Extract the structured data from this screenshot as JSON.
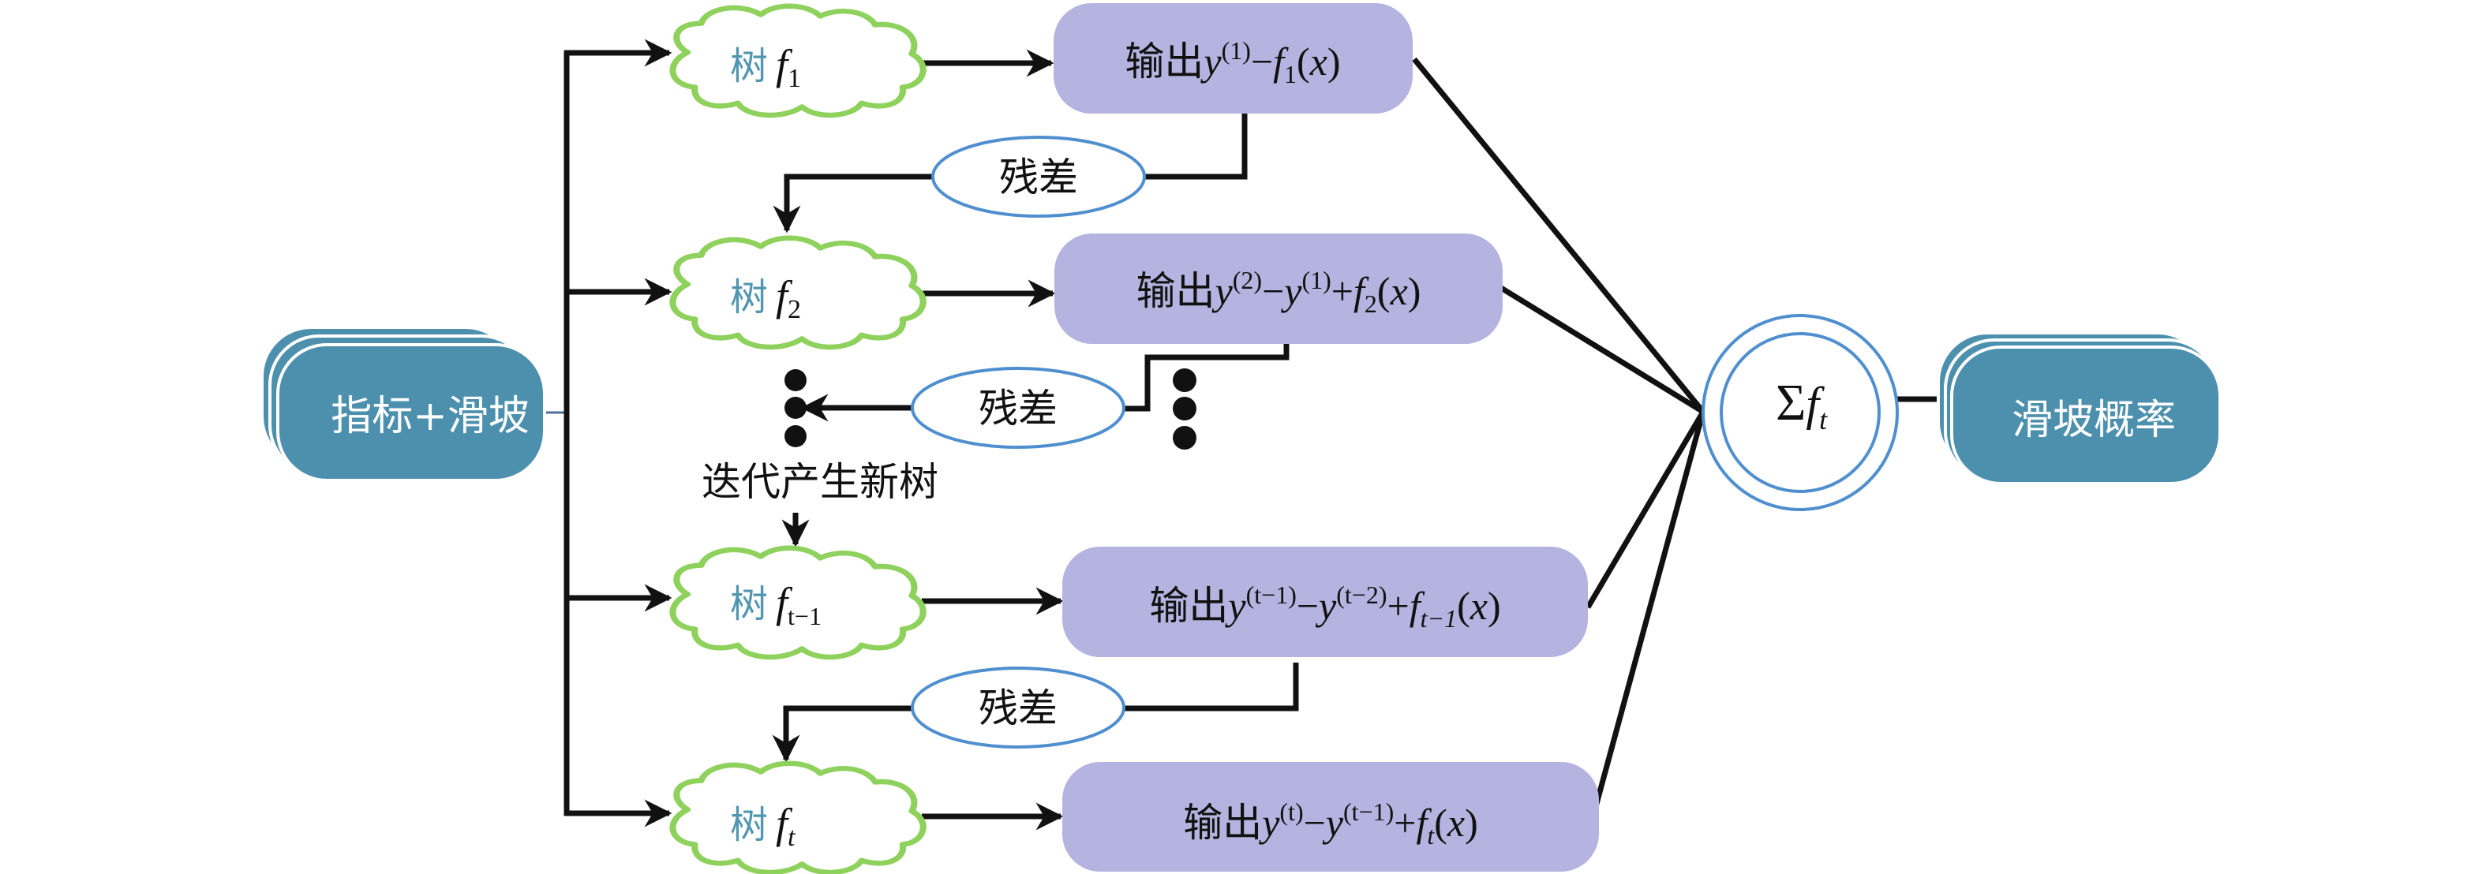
{
  "title": "GBDT / XGBoost boosting flow for landslide probability",
  "colors": {
    "teal_box": "#4d90ae",
    "output_box": "#b5b3df",
    "cloud_stroke": "#8ed15c",
    "tree_label": "#5196b0",
    "ellipse_stroke": "#4f8fcf",
    "line": "#111111"
  },
  "input": {
    "label": "指标+滑坡"
  },
  "result": {
    "label": "滑坡概率"
  },
  "sum_node": {
    "sigma": "Σ",
    "f": "f",
    "sub": "t"
  },
  "trees": [
    {
      "label": "树",
      "f": "f",
      "sub": "1"
    },
    {
      "label": "树",
      "f": "f",
      "sub": "2"
    },
    {
      "label": "树",
      "f": "f",
      "sub": "t−1"
    },
    {
      "label": "树",
      "f": "f",
      "sub": "t"
    }
  ],
  "outputs": [
    {
      "prefix": "输出",
      "parts": [
        [
          "y",
          "it"
        ],
        [
          "(1)",
          "sup"
        ],
        [
          "−",
          ""
        ],
        [
          "f",
          "it"
        ],
        [
          "1",
          "sub"
        ],
        [
          "(",
          ""
        ],
        [
          "x",
          "it"
        ],
        [
          ")",
          ""
        ]
      ]
    },
    {
      "prefix": "输出",
      "parts": [
        [
          "y",
          "it"
        ],
        [
          "(2)",
          "sup"
        ],
        [
          "−",
          ""
        ],
        [
          "y",
          "it"
        ],
        [
          "(1)",
          "sup"
        ],
        [
          "+",
          ""
        ],
        [
          "f",
          "it"
        ],
        [
          "2",
          "sub"
        ],
        [
          "(",
          ""
        ],
        [
          "x",
          "it"
        ],
        [
          ")",
          ""
        ]
      ]
    },
    {
      "prefix": "输出",
      "parts": [
        [
          "y",
          "it"
        ],
        [
          "(t−1)",
          "sup"
        ],
        [
          "−",
          ""
        ],
        [
          "y",
          "it"
        ],
        [
          "(t−2)",
          "sup"
        ],
        [
          "+",
          ""
        ],
        [
          "f",
          "it"
        ],
        [
          "t−1",
          "sub"
        ],
        [
          "(",
          ""
        ],
        [
          "x",
          "it"
        ],
        [
          ")",
          ""
        ]
      ]
    },
    {
      "prefix": "输出",
      "parts": [
        [
          "y",
          "it"
        ],
        [
          "(t)",
          "sup"
        ],
        [
          "−",
          ""
        ],
        [
          "y",
          "it"
        ],
        [
          "(t−1)",
          "sup"
        ],
        [
          "+",
          ""
        ],
        [
          "f",
          "it"
        ],
        [
          "t",
          "sub"
        ],
        [
          "(",
          ""
        ],
        [
          "x",
          "it"
        ],
        [
          ")",
          ""
        ]
      ]
    }
  ],
  "residuals": [
    {
      "label": "残差"
    },
    {
      "label": "残差"
    },
    {
      "label": "残差"
    }
  ],
  "iterate_label": "迭代产生新树",
  "ellipsis_glyph": "vertical-dots"
}
